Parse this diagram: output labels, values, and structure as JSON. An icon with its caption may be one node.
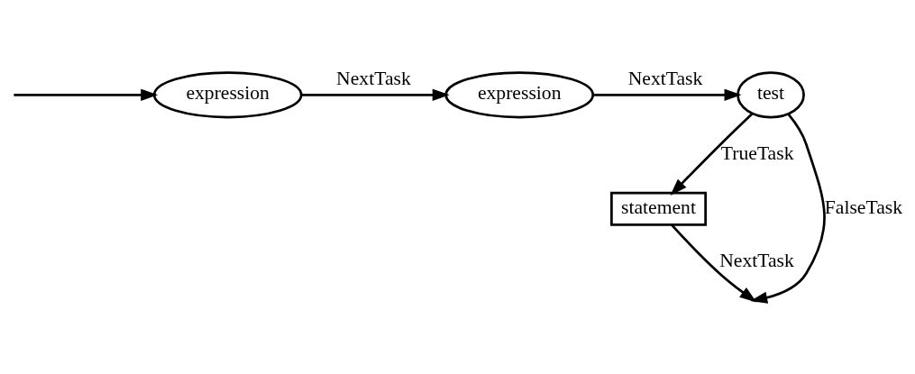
{
  "diagram": {
    "nodes": [
      {
        "text": [
          "expression"
        ]
      },
      {
        "text": [
          "expression"
        ]
      },
      {
        "text": [
          "test"
        ]
      },
      {
        "text": [
          "statement"
        ]
      }
    ],
    "edges": [
      {
        "from": null,
        "to": 0,
        "arrow": "to"
      },
      {
        "from": 0,
        "to": 1,
        "label": "NextTask",
        "arrow": "to"
      },
      {
        "from": 1,
        "to": 2,
        "label": "NextTask",
        "arrow": "to"
      },
      {
        "from": 2,
        "to": 3,
        "label": "TrueTask",
        "arrow": "to"
      },
      {
        "from": 2,
        "to": null,
        "label": "FalseTask",
        "arrow": "to"
      },
      {
        "from": 3,
        "to": null,
        "label": "NextTask",
        "arrow": "to"
      }
    ]
  }
}
